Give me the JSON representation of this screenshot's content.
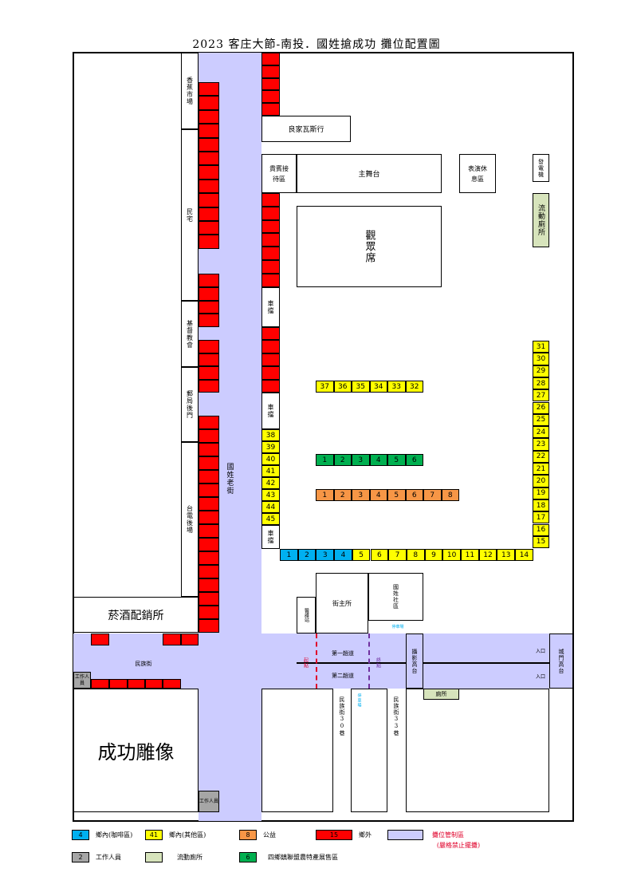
{
  "title": "2023 客庄大節-南投．國姓搶成功 攤位配置圖",
  "colors": {
    "road": "#ccccff",
    "red": "#ff0000",
    "yellow": "#ffff00",
    "blue": "#00b0f0",
    "orange": "#f79646",
    "green": "#00b050",
    "gray": "#a6a6a6",
    "olive": "#d7e4bc"
  },
  "labels": {
    "fruit_market": "香蕉市場",
    "residence": "民宅",
    "church": "基督教會",
    "post_office": "郵局後門",
    "power_yard": "台電後場",
    "liquor_store": "菸酒配銷所",
    "street_main": "國姓老街",
    "liangjia": "良家瓦斯行",
    "vip": "貴賓接待區",
    "stage": "主舞台",
    "rest": "表演休息區",
    "generator": "發電機",
    "toilet": "流動廁所",
    "audience": "觀眾席",
    "barrier1": "車擋",
    "barrier2": "車擋",
    "barrier3": "車擋",
    "temple": "街主所",
    "community": "國姓社區",
    "medical": "醫護站",
    "small_note": "停車場",
    "first_lane": "第一趟道",
    "second_lane": "第二趟道",
    "start": "起點",
    "end": "終點",
    "minzu": "民族街",
    "camera": "攝影高台",
    "city_gate": "城門高台",
    "entrance1": "入口",
    "entrance2": "入口",
    "minzu30": "民族街30巷",
    "minzu33": "民族街33巷",
    "small_v1": "停車場",
    "toilet2": "廁所",
    "statue": "成功雕像",
    "staff1": "工作人員",
    "staff2": "工作人員"
  },
  "stalls": {
    "top_yellow": [
      "37",
      "36",
      "35",
      "34",
      "33",
      "32"
    ],
    "green_row": [
      "1",
      "2",
      "3",
      "4",
      "5",
      "6"
    ],
    "orange_row": [
      "1",
      "2",
      "3",
      "4",
      "5",
      "6",
      "7",
      "8"
    ],
    "right_col": [
      "31",
      "30",
      "29",
      "28",
      "27",
      "26",
      "25",
      "24",
      "23",
      "22",
      "21",
      "20",
      "19",
      "18",
      "17",
      "16",
      "15"
    ],
    "left_col": [
      "38",
      "39",
      "40",
      "41",
      "42",
      "43",
      "44",
      "45"
    ],
    "bottom_blue": [
      "1",
      "2",
      "3",
      "4"
    ],
    "bottom_yellow": [
      "5",
      "6",
      "7",
      "8",
      "9",
      "10",
      "11",
      "12",
      "13",
      "14"
    ]
  },
  "legend": [
    {
      "swatch": "4",
      "text": "鄉內(咖啡區)",
      "color": "#00b0f0"
    },
    {
      "swatch": "41",
      "text": "鄉內(其他區)",
      "color": "#ffff00"
    },
    {
      "swatch": "8",
      "text": "公益",
      "color": "#f79646"
    },
    {
      "swatch": "15",
      "text": "鄉外",
      "color": "#ff0000"
    },
    {
      "swatch": "",
      "text": "攤位管制區",
      "color": "#ccccff"
    },
    {
      "swatch": "2",
      "text": "工作人員",
      "color": "#a6a6a6"
    },
    {
      "swatch": "",
      "text": "流動廁所",
      "color": "#d7e4bc"
    },
    {
      "swatch": "6",
      "text": "四鄉鎮聯盟農特產展售區",
      "color": "#00b050"
    }
  ],
  "legend_note": "(嚴格禁止擺攤)"
}
